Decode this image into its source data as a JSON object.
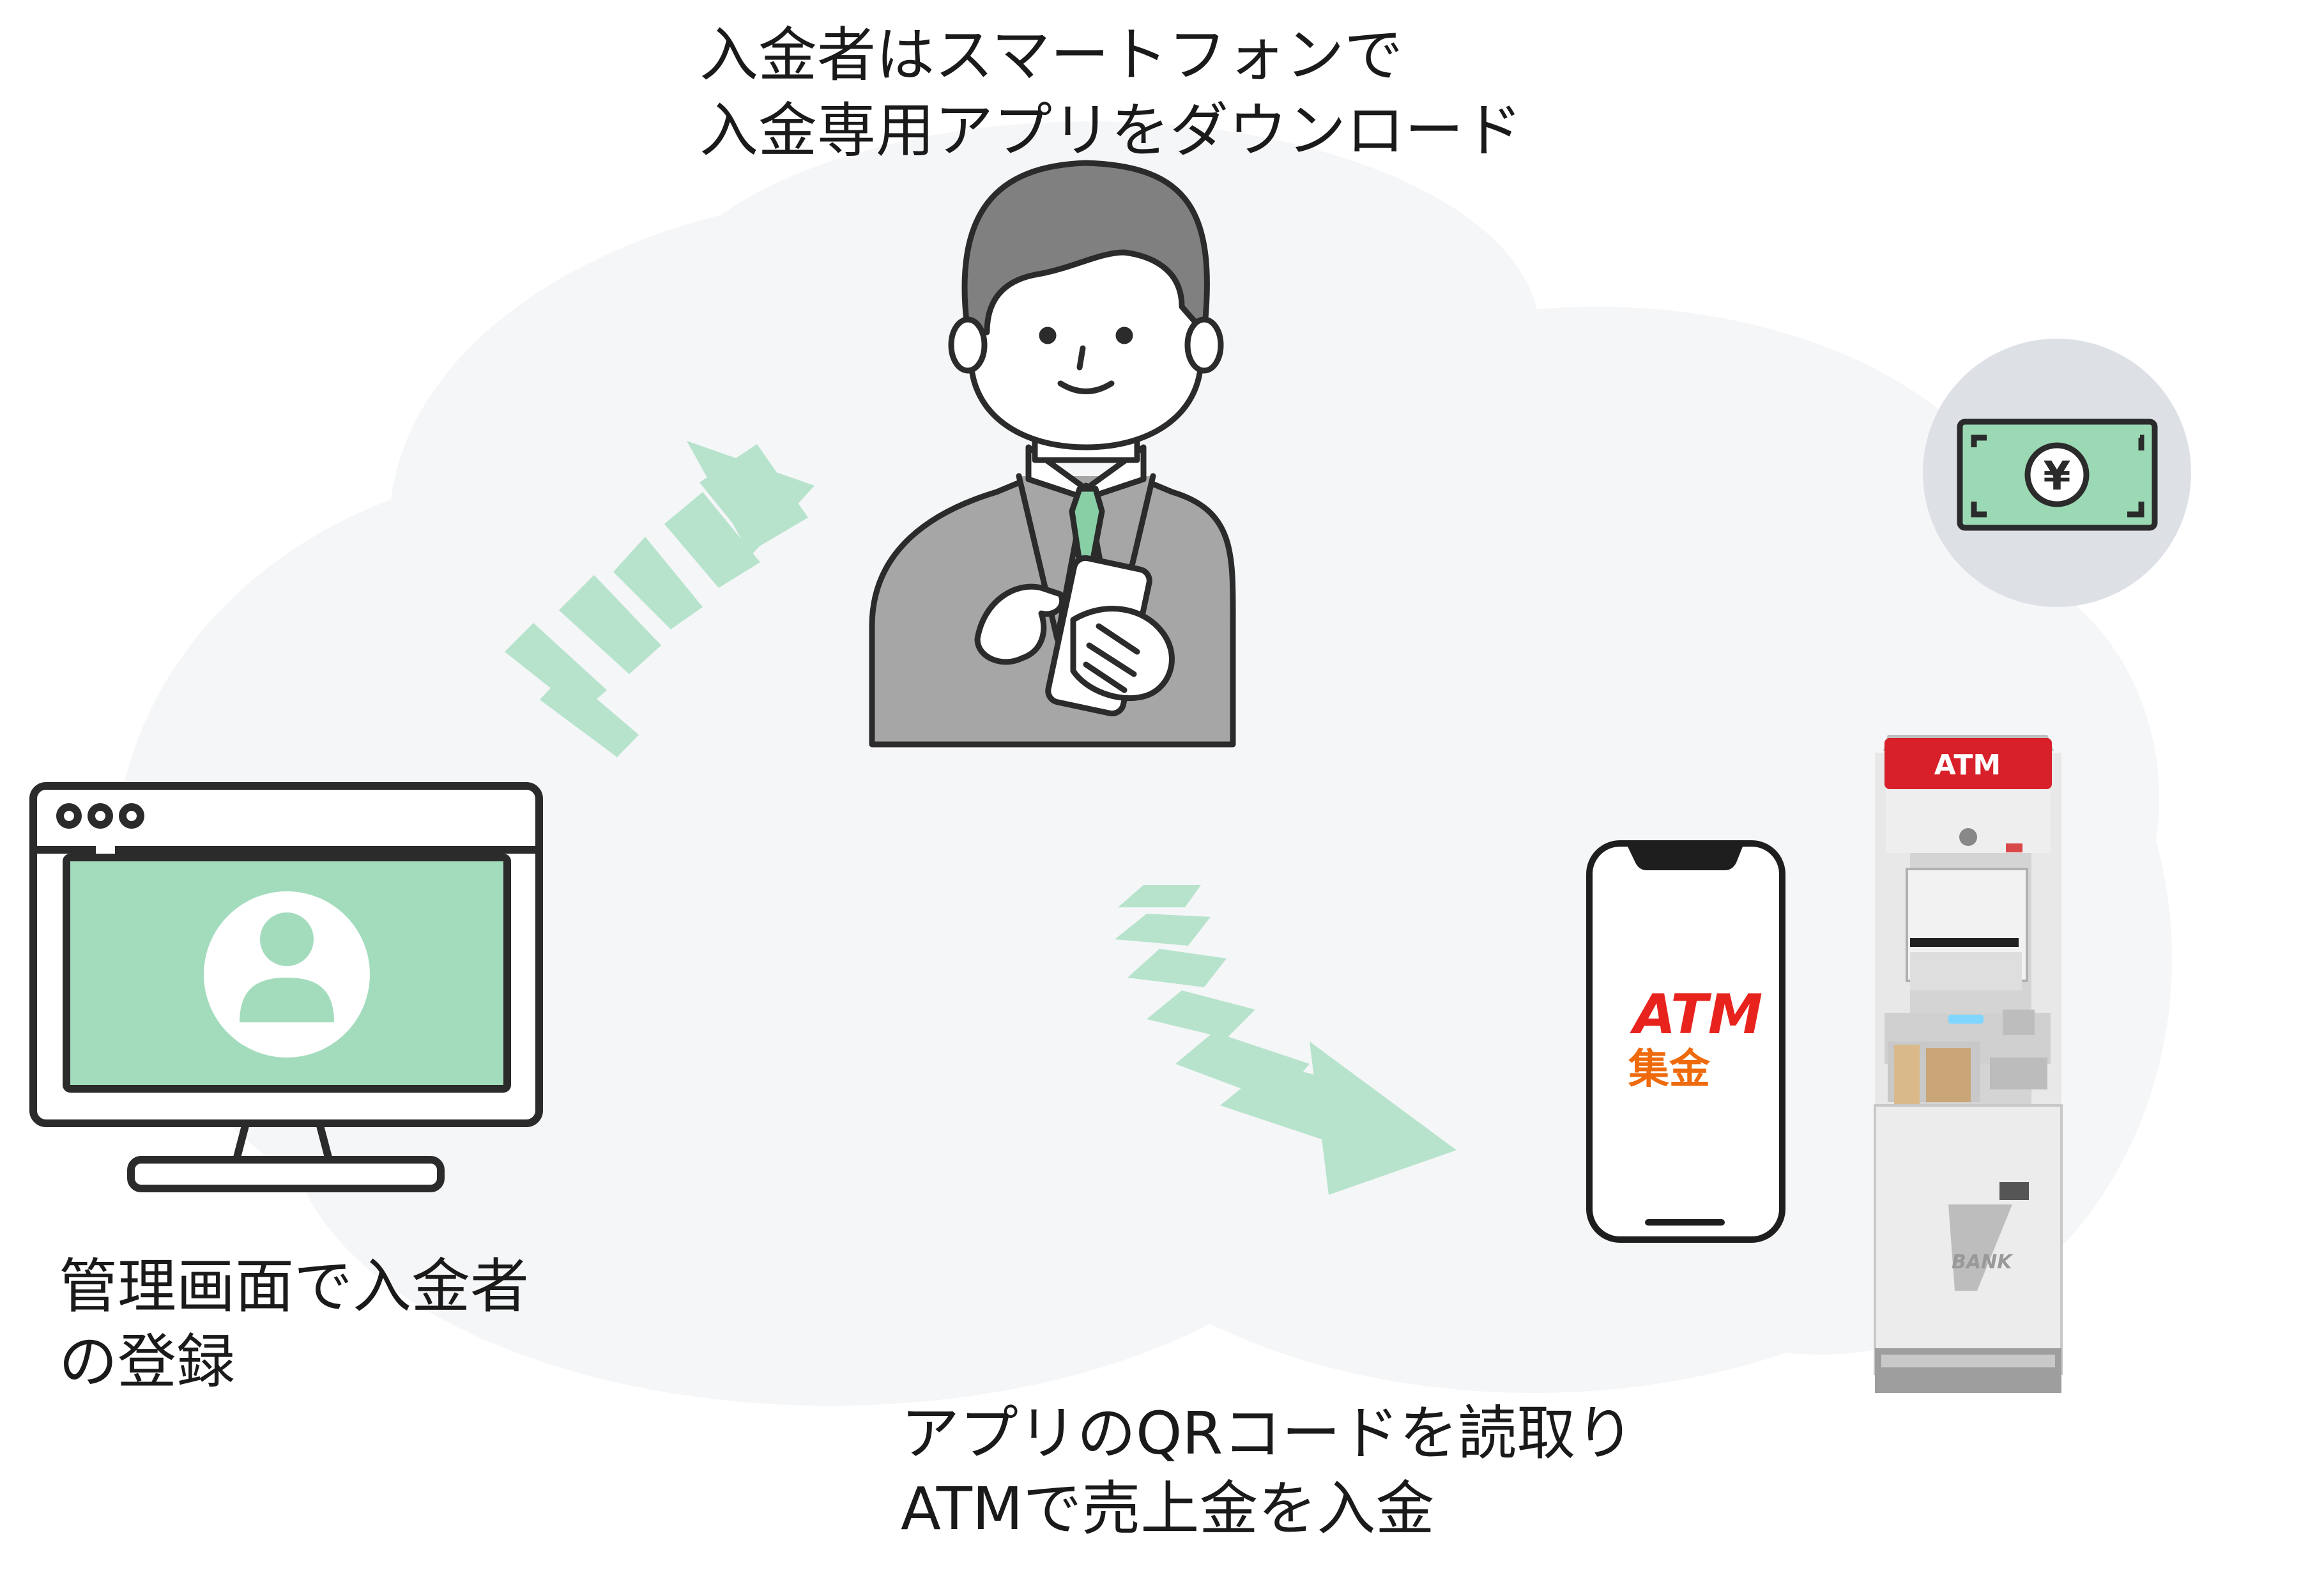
{
  "captions": {
    "top": {
      "line1": "入金者はスマートフォンで",
      "line2": "入金専用アプリをダウンロード"
    },
    "left": {
      "line1": "管理画面で入金者",
      "line2": "の登録"
    },
    "bottom": {
      "line1": "アプリのQRコードを読取り",
      "line2": "ATMで売上金を入金"
    }
  },
  "phone_app": {
    "line1": "ATM",
    "line2": "集金"
  },
  "atm": {
    "header_label": "ATM",
    "panel_label": "BANK"
  },
  "colors": {
    "cloud": "#f4f6f8",
    "arrow_green": "#b7e3cc",
    "monitor_screen": "#a3dcbd",
    "atm_red": "#d8202a",
    "app_orange": "#ee6a0c",
    "app_red": "#e8231d",
    "money_circle": "#dde1e6",
    "money_bill": "#9ad9b4",
    "suit_gray": "#a6a6a6",
    "tie_green": "#88cfa6"
  },
  "icons": [
    "cloud-background",
    "flow-arrow-up",
    "flow-arrow-down",
    "monitor-icon",
    "user-profile-icon",
    "businessman-illustration",
    "smartphone-icon",
    "atm-machine-image",
    "yen-banknote-icon"
  ]
}
